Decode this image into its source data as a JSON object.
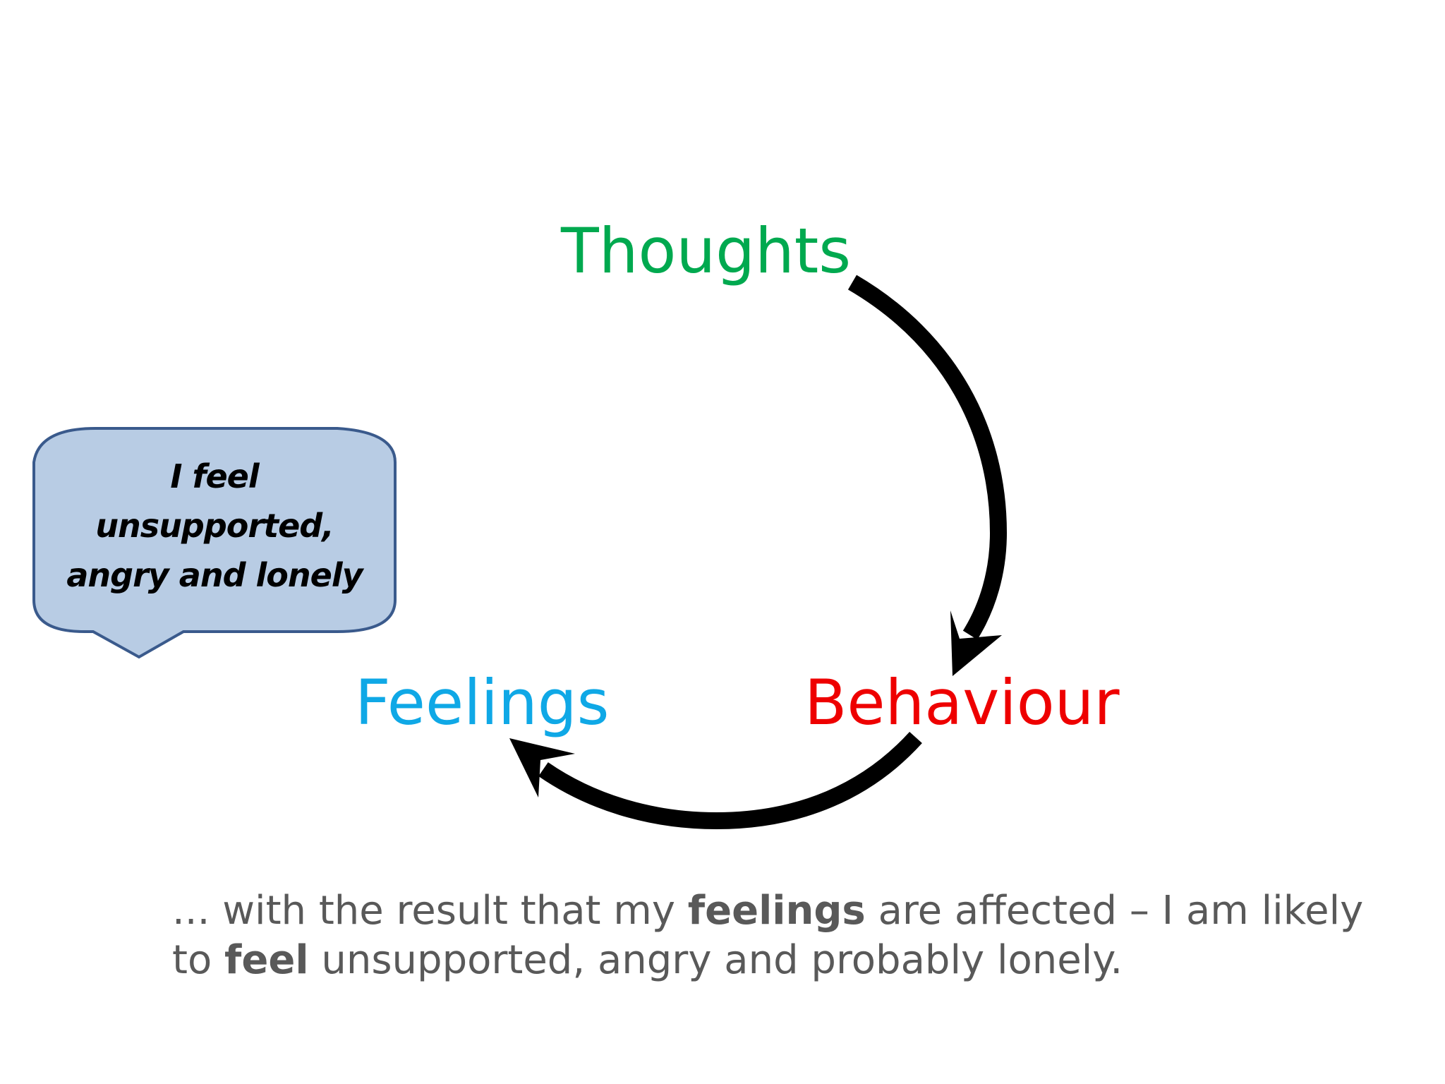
{
  "diagram": {
    "nodes": {
      "thoughts": {
        "label": "Thoughts",
        "color": "#00a94f"
      },
      "behaviour": {
        "label": "Behaviour",
        "color": "#ee0000"
      },
      "feelings": {
        "label": "Feelings",
        "color": "#0fa8e6"
      }
    },
    "arrows": [
      {
        "from": "thoughts",
        "to": "behaviour"
      },
      {
        "from": "behaviour",
        "to": "feelings"
      }
    ],
    "arrow_color": "#000000"
  },
  "callout": {
    "lines": [
      "I feel",
      "unsupported,",
      "angry and lonely"
    ],
    "fill_color": "#b8cce4",
    "border_color": "#3a5a8c"
  },
  "caption": {
    "part1": "... with the result that my ",
    "bold1": "feelings",
    "part2": " are affected – I am likely to ",
    "bold2": "feel",
    "part3": " unsupported, angry and probably lonely.",
    "color": "#595959"
  }
}
